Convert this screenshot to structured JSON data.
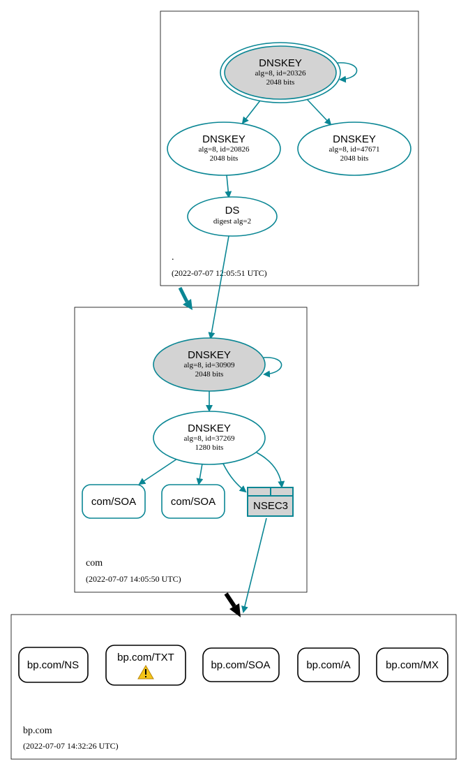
{
  "colors": {
    "edge": "#0a8694",
    "key_fill": "#d3d3d3",
    "box_border": "#000000",
    "rrset_border": "#000000",
    "warning_fill": "#f5c518"
  },
  "zones": {
    "root": {
      "name": ".",
      "timestamp": "(2022-07-07 12:05:51 UTC)"
    },
    "com": {
      "name": "com",
      "timestamp": "(2022-07-07 14:05:50 UTC)"
    },
    "bp": {
      "name": "bp.com",
      "timestamp": "(2022-07-07 14:32:26 UTC)"
    }
  },
  "nodes": {
    "root_ksk": {
      "title": "DNSKEY",
      "line1": "alg=8, id=20326",
      "line2": "2048 bits"
    },
    "root_zsk1": {
      "title": "DNSKEY",
      "line1": "alg=8, id=20826",
      "line2": "2048 bits"
    },
    "root_zsk2": {
      "title": "DNSKEY",
      "line1": "alg=8, id=47671",
      "line2": "2048 bits"
    },
    "com_ds": {
      "title": "DS",
      "line1": "digest alg=2"
    },
    "com_ksk": {
      "title": "DNSKEY",
      "line1": "alg=8, id=30909",
      "line2": "2048 bits"
    },
    "com_zsk": {
      "title": "DNSKEY",
      "line1": "alg=8, id=37269",
      "line2": "1280 bits"
    },
    "com_soa1": {
      "label": "com/SOA"
    },
    "com_soa2": {
      "label": "com/SOA"
    },
    "com_nsec3": {
      "label": "NSEC3"
    },
    "bp_ns": {
      "label": "bp.com/NS"
    },
    "bp_txt": {
      "label": "bp.com/TXT",
      "warning_icon": "warning-triangle-icon"
    },
    "bp_soa": {
      "label": "bp.com/SOA"
    },
    "bp_a": {
      "label": "bp.com/A"
    },
    "bp_mx": {
      "label": "bp.com/MX"
    }
  }
}
